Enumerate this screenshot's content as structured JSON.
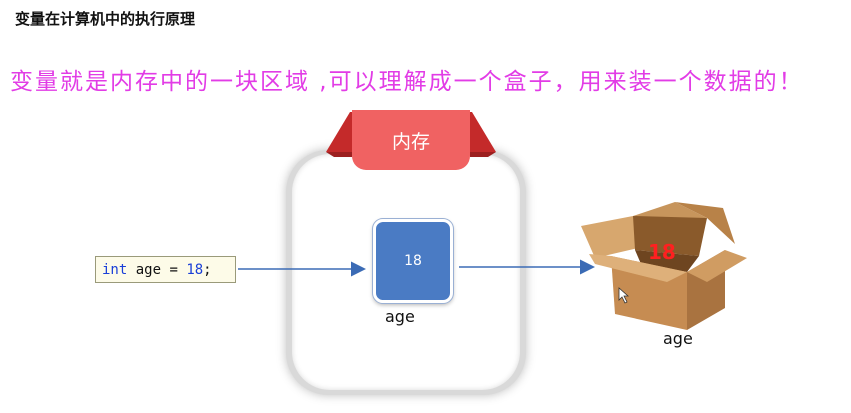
{
  "title": "变量在计算机中的执行原理",
  "subtitle": "变量就是内存中的一块区域 ,可以理解成一个盒子，用来装一个数据的！",
  "memory": {
    "label": "内存",
    "value": "18",
    "var_name": "age"
  },
  "code": {
    "keyword": "int",
    "identifier": " age = ",
    "number": "18",
    "end": ";"
  },
  "box": {
    "value": "18",
    "var_name": "age"
  },
  "colors": {
    "accent_pink": "#e23ce6",
    "memory_ribbon": "#f06262",
    "value_box": "#4a7bc4",
    "arrow": "#3b6bb5",
    "box_value": "#ff2020"
  }
}
